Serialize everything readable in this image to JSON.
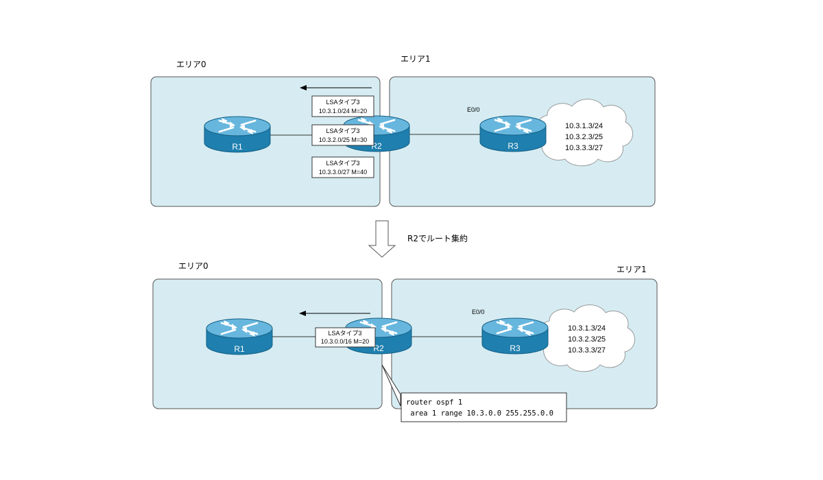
{
  "colors": {
    "area_fill": "#d6ecf2",
    "area_stroke": "#555555",
    "router_body": "#1f7fae",
    "router_top": "#67b6de",
    "router_arrow": "#ffffff"
  },
  "before": {
    "area0_label": "エリア0",
    "area1_label": "エリア1",
    "routers": {
      "r1": "R1",
      "r2": "R2",
      "r3": "R3"
    },
    "interface_label": "E0/0",
    "cloud_networks": [
      "10.3.1.3/24",
      "10.3.2.3/25",
      "10.3.3.3/27"
    ],
    "lsa_boxes": [
      {
        "line1": "LSAタイプ3",
        "line2": "10.3.1.0/24 M=20"
      },
      {
        "line1": "LSAタイプ3",
        "line2": "10.3.2.0/25 M=30"
      },
      {
        "line1": "LSAタイプ3",
        "line2": "10.3.3.0/27 M=40"
      }
    ]
  },
  "transition": {
    "caption": "R2でルート集約"
  },
  "after": {
    "area0_label": "エリア0",
    "area1_label": "エリア1",
    "routers": {
      "r1": "R1",
      "r2": "R2",
      "r3": "R3"
    },
    "interface_label": "E0/0",
    "cloud_networks": [
      "10.3.1.3/24",
      "10.3.2.3/25",
      "10.3.3.3/27"
    ],
    "lsa_box": {
      "line1": "LSAタイプ3",
      "line2": "10.3.0.0/16 M=20"
    },
    "config_lines": [
      "router ospf 1",
      " area 1 range 10.3.0.0 255.255.0.0"
    ]
  }
}
